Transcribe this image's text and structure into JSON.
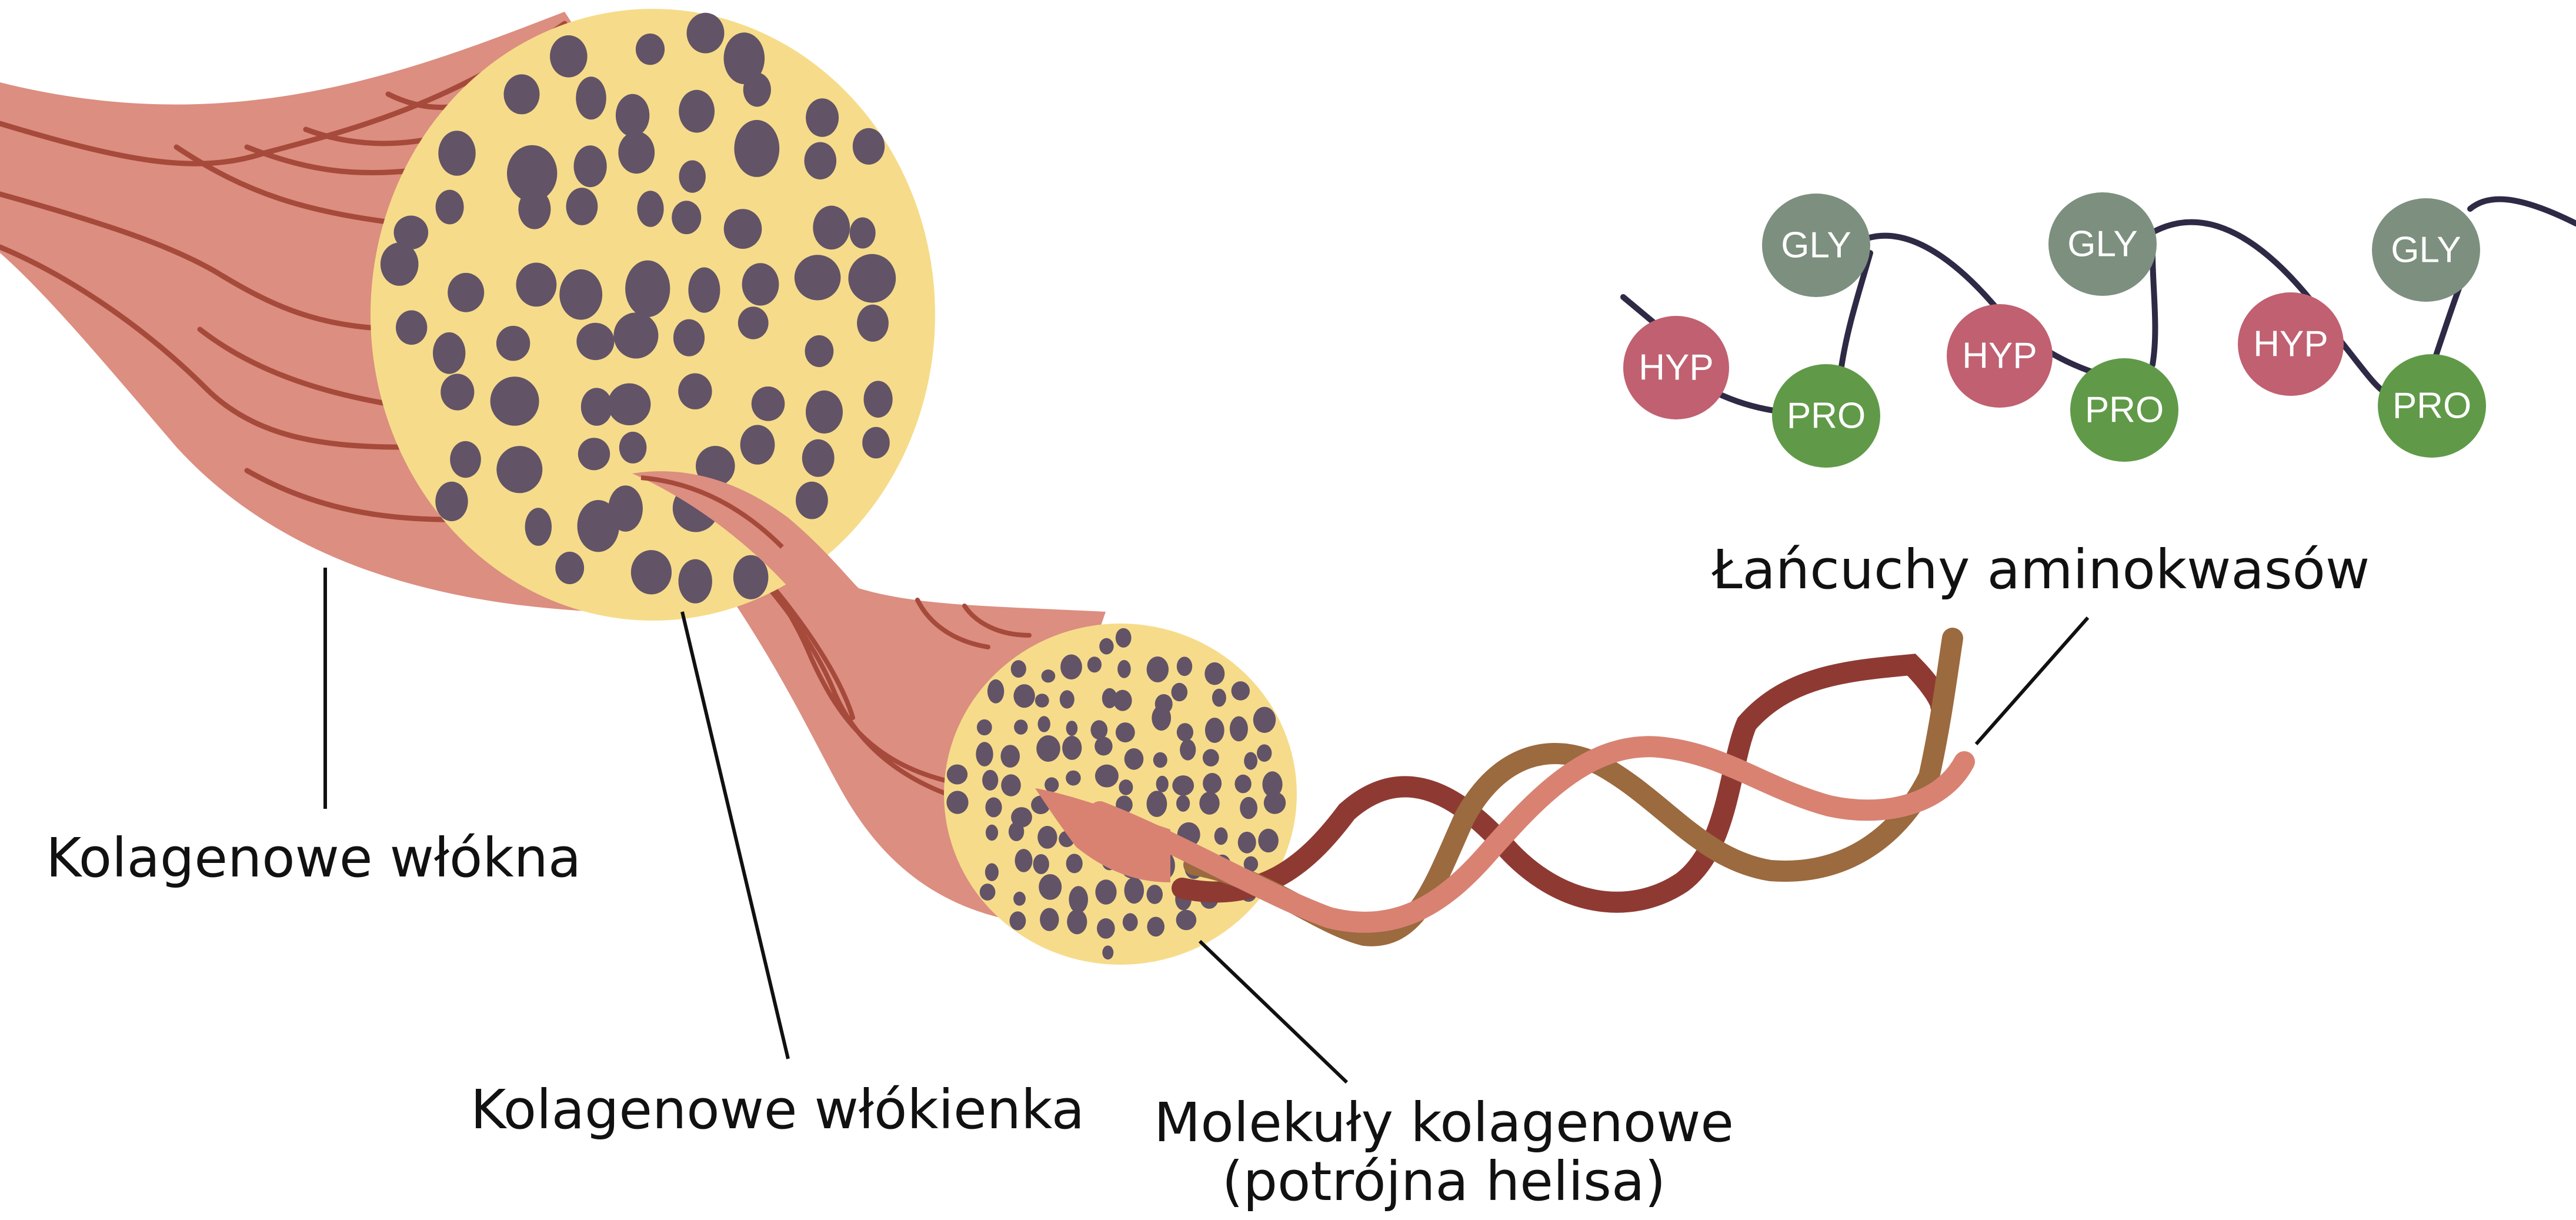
{
  "colors": {
    "fiber": "#DC8E80",
    "fiber_line": "#A64A3B",
    "fibril_fill": "#F6DC8A",
    "dot": "#625367",
    "strand_dark": "#8E3A33",
    "strand_brown": "#9B6A3E",
    "strand_pink": "#D98272",
    "chain": "#2E2A45",
    "gly": "#7D8F7E",
    "hyp": "#C06070",
    "pro": "#609A48"
  },
  "labels": {
    "fibers": "Kolagenowe włókna",
    "fibrils": "Kolagenowe włókienka",
    "molecules_line1": "Molekuły kolagenowe",
    "molecules_line2": "(potrójna helisa)",
    "chains": "Łańcuchy aminokwasów"
  },
  "amino_acids": {
    "gly": "GLY",
    "hyp": "HYP",
    "pro": "PRO"
  }
}
